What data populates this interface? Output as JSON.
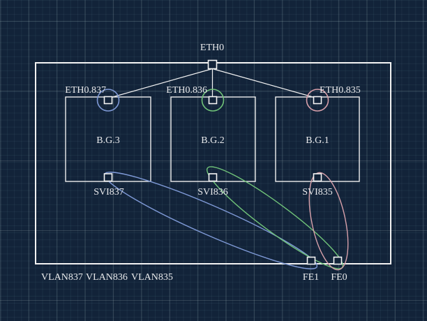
{
  "colors": {
    "vlan837": "#7e99d6",
    "vlan836": "#70c379",
    "vlan835": "#d7a0aa"
  },
  "diagram": {
    "uplink": {
      "label": "ETH0"
    },
    "bridge_groups": [
      {
        "name": "B.G.3",
        "subinterface": "ETH0.837",
        "svi": "SVI837"
      },
      {
        "name": "B.G.2",
        "subinterface": "ETH0.836",
        "svi": "SVI836"
      },
      {
        "name": "B.G.1",
        "subinterface": "ETH0.835",
        "svi": "SVI835"
      }
    ],
    "fe_ports": [
      {
        "label": "FE1"
      },
      {
        "label": "FE0"
      }
    ],
    "legend": [
      {
        "label": "VLAN837"
      },
      {
        "label": "VLAN836"
      },
      {
        "label": "VLAN835"
      }
    ]
  }
}
